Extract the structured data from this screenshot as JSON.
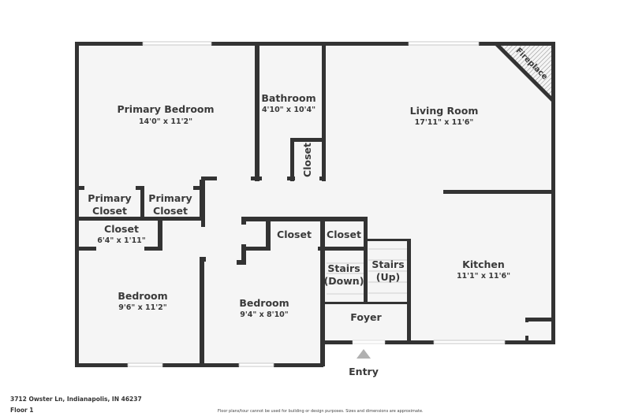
{
  "floor_plan": {
    "floor_label": "Floor 1",
    "address": "3712 Owster Ln, Indianapolis, IN 46237",
    "disclaimer": "Floor plans/tour cannot be used for building or design purposes. Sizes and dimensions are approximate.",
    "entry_label": "Entry",
    "colors": {
      "wall": "#333333",
      "floor": "#f5f5f5",
      "entry_arrow": "#b0b0b0"
    },
    "rooms": {
      "primary_bedroom": {
        "name": "Primary Bedroom",
        "dims": "14'0\" x 11'2\""
      },
      "bathroom": {
        "name": "Bathroom",
        "dims": "4'10\" x 10'4\""
      },
      "bath_closet": {
        "name": "Closet"
      },
      "living_room": {
        "name": "Living Room",
        "dims": "17'11\" x 11'6\""
      },
      "fireplace": {
        "name": "Fireplace"
      },
      "primary_closet_1": {
        "line1": "Primary",
        "line2": "Closet"
      },
      "primary_closet_2": {
        "line1": "Primary",
        "line2": "Closet"
      },
      "closet_hall": {
        "name": "Closet",
        "dims": "6'4\" x 1'11\""
      },
      "bedroom_1": {
        "name": "Bedroom",
        "dims": "9'6\" x 11'2\""
      },
      "bedroom_2": {
        "name": "Bedroom",
        "dims": "9'4\" x 8'10\""
      },
      "closet_center": {
        "name": "Closet"
      },
      "closet_stairs": {
        "name": "Closet"
      },
      "stairs_down": {
        "line1": "Stairs",
        "line2": "(Down)"
      },
      "stairs_up": {
        "line1": "Stairs",
        "line2": "(Up)"
      },
      "foyer": {
        "name": "Foyer"
      },
      "kitchen": {
        "name": "Kitchen",
        "dims": "11'1\" x 11'6\""
      }
    }
  }
}
